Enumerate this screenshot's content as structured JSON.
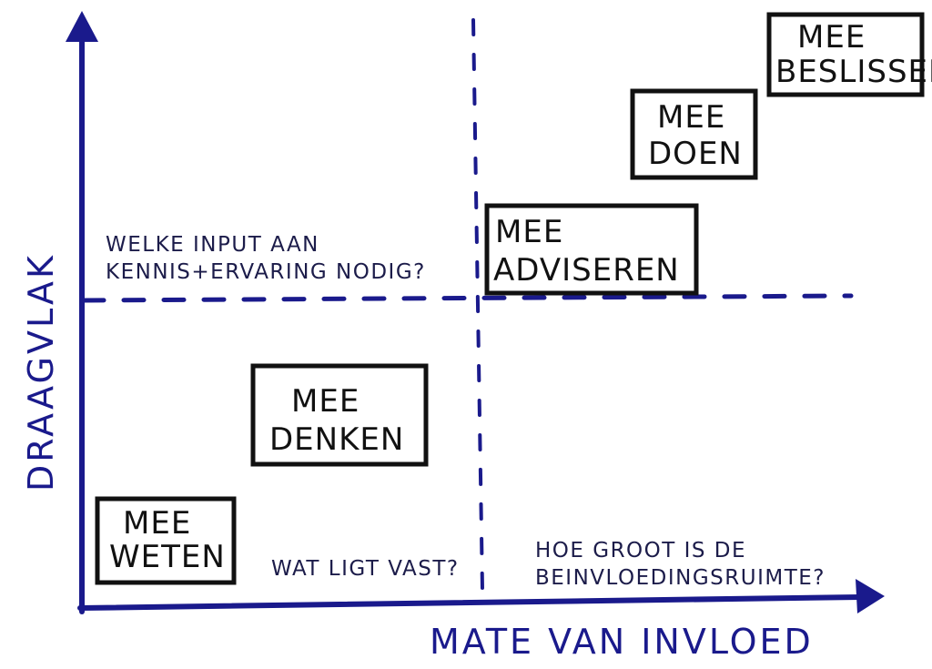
{
  "colors": {
    "axis": "#1a1a8c",
    "box": "#111111",
    "note": "#1c1c4a",
    "background": "#ffffff"
  },
  "axes": {
    "x_label": "MATE VAN INVLOED",
    "y_label": "DRAAGVLAK"
  },
  "boxes": {
    "mee_weten": {
      "line1": "MEE",
      "line2": "WETEN"
    },
    "mee_denken": {
      "line1": "MEE",
      "line2": "DENKEN"
    },
    "mee_adviseren": {
      "line1": "MEE",
      "line2": "ADVISEREN"
    },
    "mee_doen": {
      "line1": "MEE",
      "line2": "DOEN"
    },
    "mee_beslissen": {
      "line1": "MEE",
      "line2": "BESLISSEN"
    }
  },
  "notes": {
    "input_question": {
      "line1": "WELKE INPUT AAN",
      "line2": "KENNIS+ERVARING NODIG?"
    },
    "fixed_question": "WAT LIGT VAST?",
    "space_question": {
      "line1": "HOE GROOT IS DE",
      "line2": "BEINVLOEDINGSRUIMTE?"
    }
  }
}
